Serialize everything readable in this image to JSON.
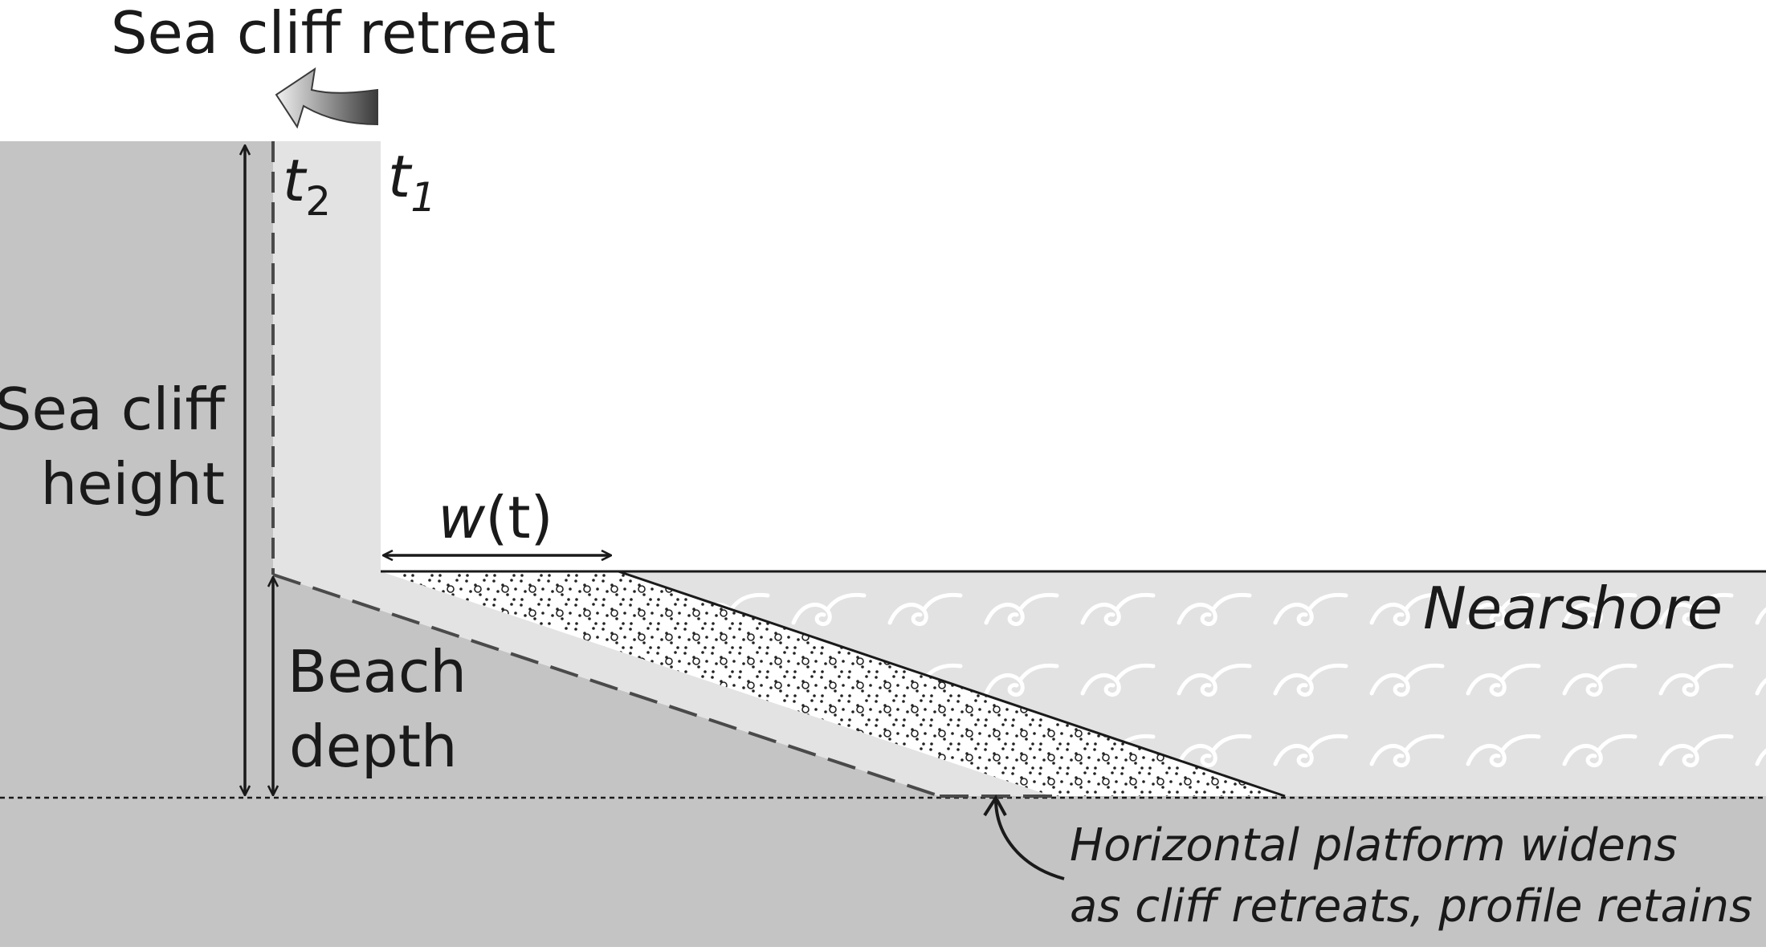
{
  "diagram": {
    "title": "Sea cliff retreat",
    "cliff_height_label": [
      "Sea cliff",
      "height"
    ],
    "beach_depth_label": [
      "Beach",
      "depth"
    ],
    "time_labels": {
      "t2": {
        "base": "t",
        "sub": "2"
      },
      "t1": {
        "base": "t",
        "sub": "1"
      }
    },
    "width_label": {
      "var": "w",
      "arg": "(t)"
    },
    "nearshore_label": "Nearshore",
    "platform_note": [
      "Horizontal platform widens",
      "as cliff retreats, profile retains shape"
    ]
  },
  "colors": {
    "bedrock": "#c4c4c4",
    "retreated_cliff": "#e3e3e3",
    "water": "#e2e2e2",
    "outline": "#1a1a1a",
    "dashed": "#4a4a4a",
    "arrow_dark": "#3a3a3a",
    "arrow_light": "#f0f0f0"
  },
  "icons": {
    "retreat_arrow": "curved-arrow-left-icon",
    "note_pointer": "curved-arrow-up-icon",
    "waves": "wave-swirl-pattern",
    "sand": "stippled-sand-pattern"
  }
}
